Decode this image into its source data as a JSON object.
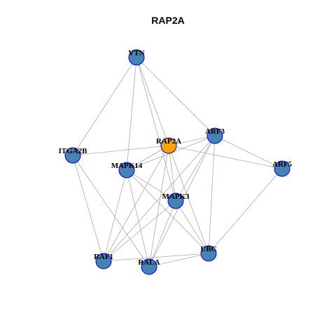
{
  "title": "RAP2A",
  "colors": {
    "node_fill": "#4682B4",
    "node_stroke": "#0000CD",
    "highlight_fill": "#FFA500",
    "edge": "#AAAAAA",
    "label": "#000000"
  },
  "nodes": [
    {
      "id": "VTN",
      "label": "VTN",
      "highlight": false
    },
    {
      "id": "RAP2A",
      "label": "RAP2A",
      "highlight": true
    },
    {
      "id": "ARF3",
      "label": "ARF3",
      "highlight": false
    },
    {
      "id": "ITGA2B",
      "label": "ITGA2B",
      "highlight": false
    },
    {
      "id": "MAPK14",
      "label": "MAPK14",
      "highlight": false
    },
    {
      "id": "ARF5",
      "label": "ARF5",
      "highlight": false
    },
    {
      "id": "MAPK3",
      "label": "MAPK3",
      "highlight": false
    },
    {
      "id": "UBC",
      "label": "UBC",
      "highlight": false
    },
    {
      "id": "RAF1",
      "label": "RAF1",
      "highlight": false
    },
    {
      "id": "RALA",
      "label": "RALA",
      "highlight": false
    }
  ],
  "edges": [
    [
      "VTN",
      "ITGA2B"
    ],
    [
      "VTN",
      "RAP2A"
    ],
    [
      "VTN",
      "ARF3"
    ],
    [
      "VTN",
      "MAPK14"
    ],
    [
      "VTN",
      "MAPK3"
    ],
    [
      "RAP2A",
      "ITGA2B"
    ],
    [
      "RAP2A",
      "ARF3"
    ],
    [
      "RAP2A",
      "MAPK14"
    ],
    [
      "RAP2A",
      "ARF5"
    ],
    [
      "RAP2A",
      "MAPK3"
    ],
    [
      "RAP2A",
      "UBC"
    ],
    [
      "RAP2A",
      "RAF1"
    ],
    [
      "RAP2A",
      "RALA"
    ],
    [
      "ARF3",
      "MAPK14"
    ],
    [
      "ARF3",
      "ARF5"
    ],
    [
      "ARF3",
      "MAPK3"
    ],
    [
      "ARF3",
      "UBC"
    ],
    [
      "ARF3",
      "RAF1"
    ],
    [
      "ARF3",
      "RALA"
    ],
    [
      "ITGA2B",
      "RAF1"
    ],
    [
      "ITGA2B",
      "RALA"
    ],
    [
      "MAPK14",
      "MAPK3"
    ],
    [
      "MAPK14",
      "UBC"
    ],
    [
      "MAPK14",
      "RAF1"
    ],
    [
      "MAPK14",
      "RALA"
    ],
    [
      "ARF5",
      "UBC"
    ],
    [
      "MAPK3",
      "UBC"
    ],
    [
      "MAPK3",
      "RAF1"
    ],
    [
      "MAPK3",
      "RALA"
    ],
    [
      "UBC",
      "RAF1"
    ],
    [
      "UBC",
      "RALA"
    ]
  ]
}
